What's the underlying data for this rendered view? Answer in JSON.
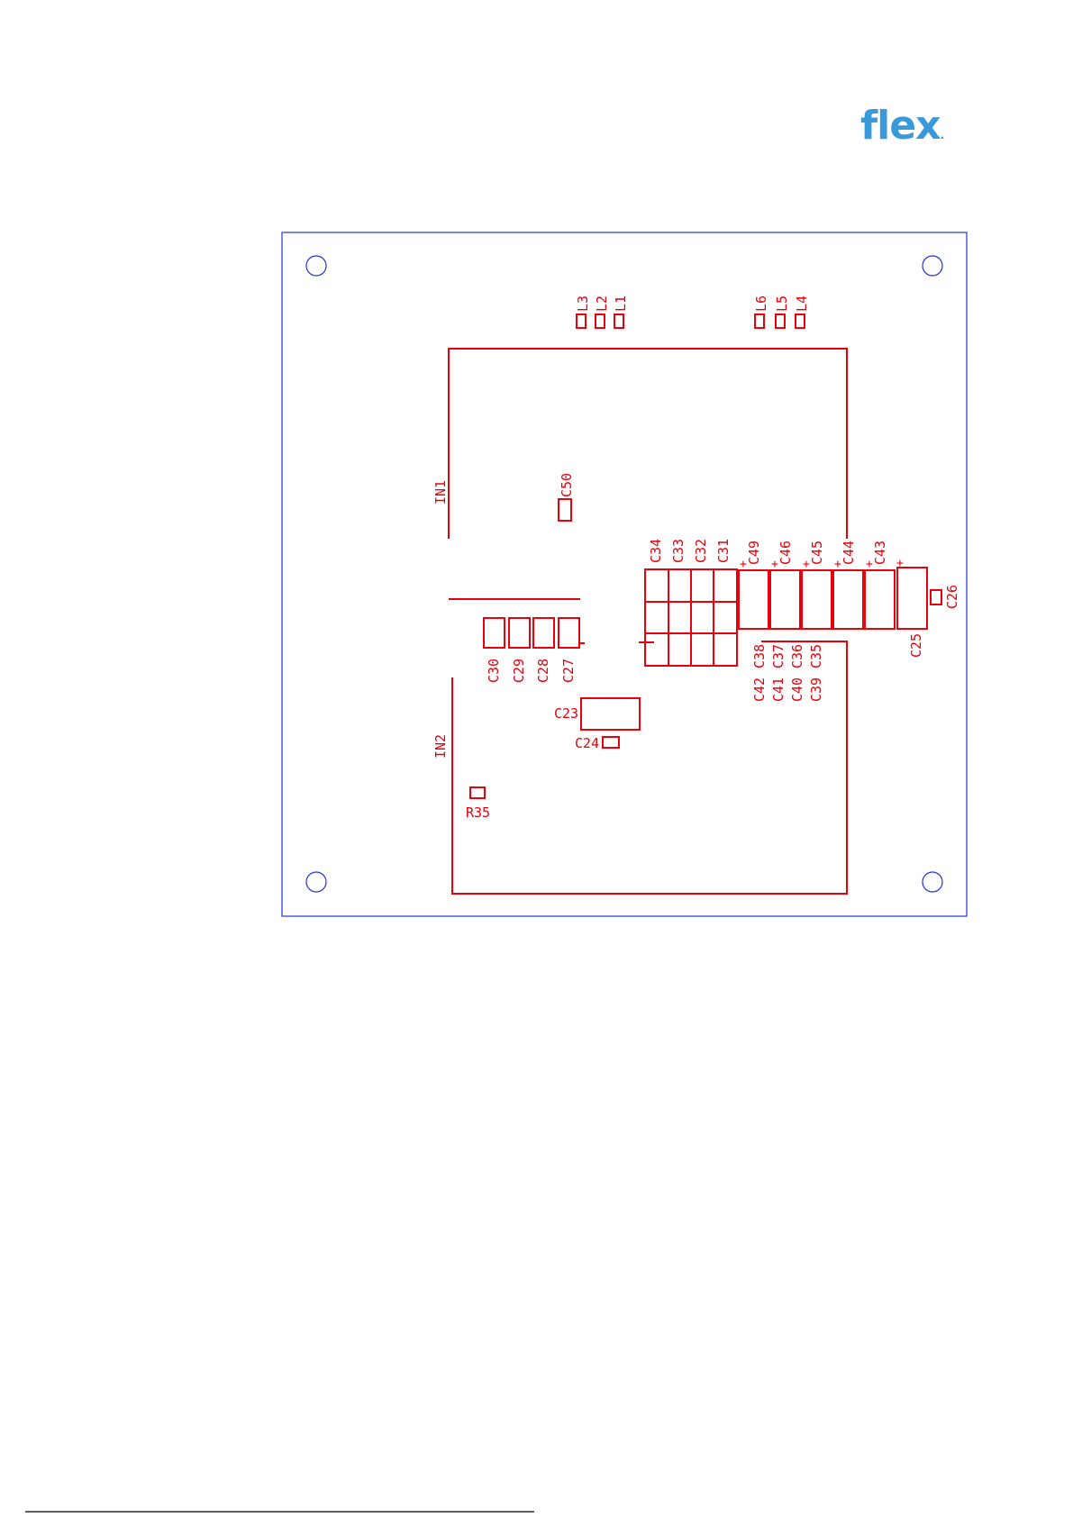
{
  "logo": {
    "text": "flex",
    "dot": ".",
    "color": "#3a9ad9"
  },
  "colors": {
    "outline": "#2233dd",
    "silkscreen": "#e8000b"
  },
  "diagram": {
    "title": "",
    "inductors": [
      "L3",
      "L2",
      "L1",
      "L6",
      "L5",
      "L4"
    ],
    "connectors": [
      "IN1",
      "IN2"
    ],
    "labels": {
      "c50": "C50",
      "c34": "C34",
      "c33": "C33",
      "c32": "C32",
      "c31": "C31",
      "c49": "C49",
      "c46": "C46",
      "c45": "C45",
      "c44": "C44",
      "c43": "C43",
      "c26": "C26",
      "c25": "C25",
      "c30": "C30",
      "c29": "C29",
      "c28": "C28",
      "c27": "C27",
      "c42": "C42",
      "c41": "C41",
      "c40": "C40",
      "c39": "C39",
      "c38": "C38",
      "c37": "C37",
      "c36": "C36",
      "c35": "C35",
      "c23": "C23",
      "c24": "C24",
      "r35": "R35"
    },
    "plus_sign": "+",
    "minus_sign": "−"
  }
}
